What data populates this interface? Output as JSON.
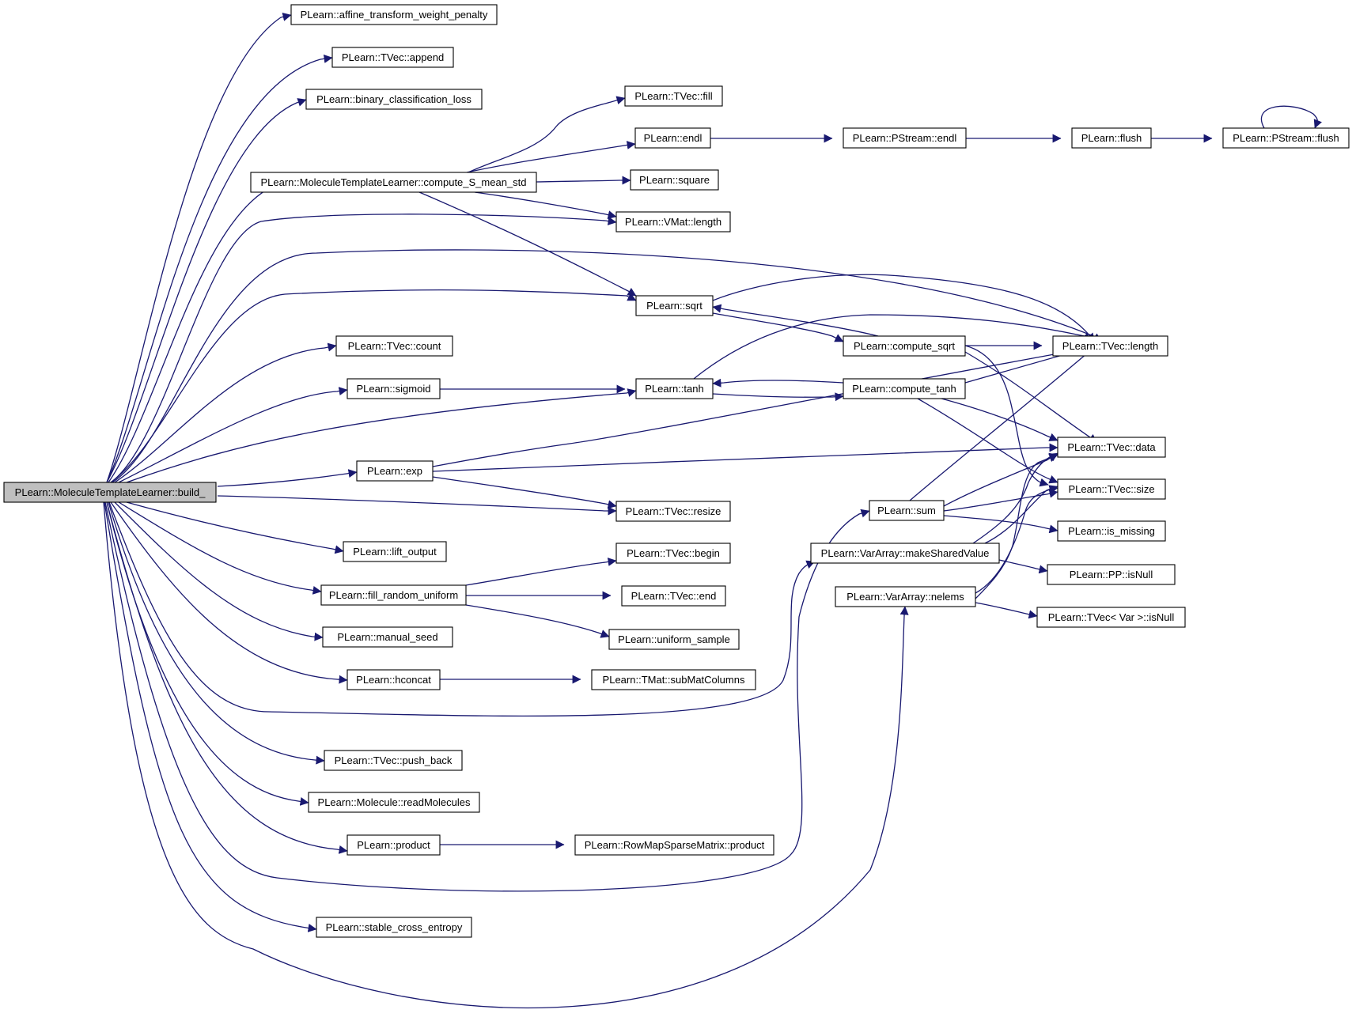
{
  "graph": {
    "edge_color": "#191970",
    "root_fill": "#bfbfbf",
    "node_fill": "#ffffff",
    "nodes": [
      {
        "id": "build",
        "label": "PLearn::MoleculeTemplateLearner::build_",
        "root": true
      },
      {
        "id": "affine",
        "label": "PLearn::affine_transform_weight_penalty"
      },
      {
        "id": "append",
        "label": "PLearn::TVec::append"
      },
      {
        "id": "binary",
        "label": "PLearn::binary_classification_loss"
      },
      {
        "id": "fill",
        "label": "PLearn::TVec::fill"
      },
      {
        "id": "endl",
        "label": "PLearn::endl"
      },
      {
        "id": "pendl",
        "label": "PLearn::PStream::endl"
      },
      {
        "id": "flush",
        "label": "PLearn::flush"
      },
      {
        "id": "pflush",
        "label": "PLearn::PStream::flush"
      },
      {
        "id": "csms",
        "label": "PLearn::MoleculeTemplateLearner::compute_S_mean_std"
      },
      {
        "id": "square",
        "label": "PLearn::square"
      },
      {
        "id": "vlen",
        "label": "PLearn::VMat::length"
      },
      {
        "id": "sqrt",
        "label": "PLearn::sqrt"
      },
      {
        "id": "csqrt",
        "label": "PLearn::compute_sqrt"
      },
      {
        "id": "tlen",
        "label": "PLearn::TVec::length"
      },
      {
        "id": "count",
        "label": "PLearn::TVec::count"
      },
      {
        "id": "sigmoid",
        "label": "PLearn::sigmoid"
      },
      {
        "id": "tanh",
        "label": "PLearn::tanh"
      },
      {
        "id": "ctanh",
        "label": "PLearn::compute_tanh"
      },
      {
        "id": "data",
        "label": "PLearn::TVec::data"
      },
      {
        "id": "exp",
        "label": "PLearn::exp"
      },
      {
        "id": "size",
        "label": "PLearn::TVec::size"
      },
      {
        "id": "sum",
        "label": "PLearn::sum"
      },
      {
        "id": "resize",
        "label": "PLearn::TVec::resize"
      },
      {
        "id": "ismissing",
        "label": "PLearn::is_missing"
      },
      {
        "id": "lift",
        "label": "PLearn::lift_output"
      },
      {
        "id": "begin",
        "label": "PLearn::TVec::begin"
      },
      {
        "id": "msv",
        "label": "PLearn::VarArray::makeSharedValue"
      },
      {
        "id": "ppnull",
        "label": "PLearn::PP::isNull"
      },
      {
        "id": "fru",
        "label": "PLearn::fill_random_uniform"
      },
      {
        "id": "end",
        "label": "PLearn::TVec::end"
      },
      {
        "id": "nelems",
        "label": "PLearn::VarArray::nelems"
      },
      {
        "id": "tvecnull",
        "label": "PLearn::TVec< Var >::isNull"
      },
      {
        "id": "unisample",
        "label": "PLearn::uniform_sample"
      },
      {
        "id": "mseed",
        "label": "PLearn::manual_seed"
      },
      {
        "id": "hconcat",
        "label": "PLearn::hconcat"
      },
      {
        "id": "submat",
        "label": "PLearn::TMat::subMatColumns"
      },
      {
        "id": "pushback",
        "label": "PLearn::TVec::push_back"
      },
      {
        "id": "readmol",
        "label": "PLearn::Molecule::readMolecules"
      },
      {
        "id": "product",
        "label": "PLearn::product"
      },
      {
        "id": "rmsprod",
        "label": "PLearn::RowMapSparseMatrix::product"
      },
      {
        "id": "sce",
        "label": "PLearn::stable_cross_entropy"
      }
    ]
  }
}
